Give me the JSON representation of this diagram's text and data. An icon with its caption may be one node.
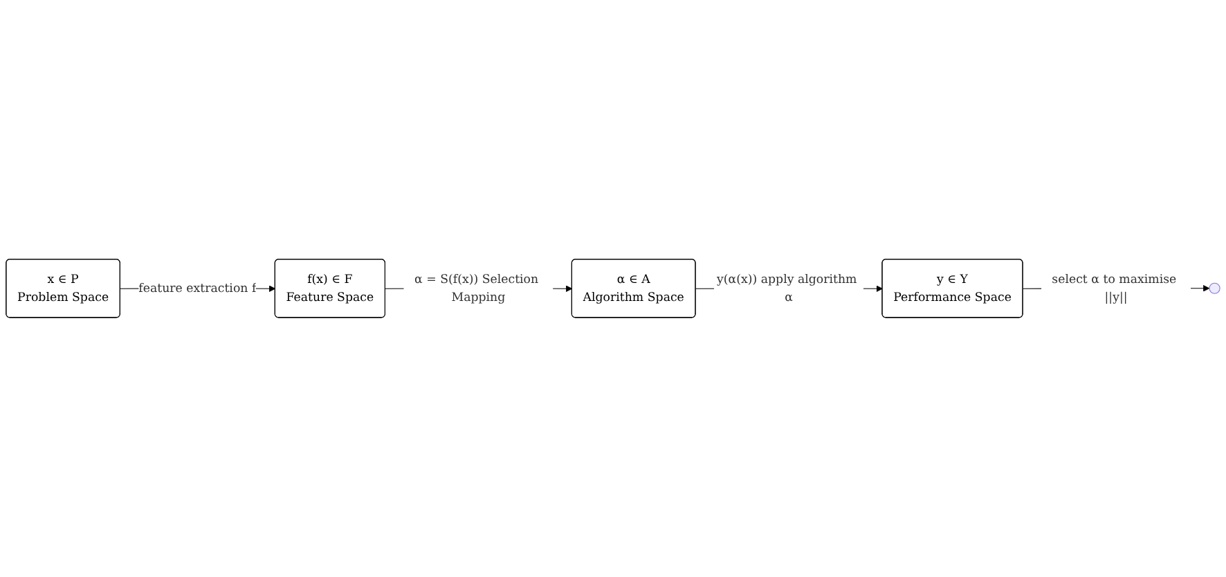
{
  "diagram": {
    "nodes": [
      {
        "text": [
          "x ∈ P",
          "Problem Space"
        ]
      },
      {
        "text": [
          "y ∈ Y",
          "Performance Space"
        ]
      },
      {
        "text": [
          "f(x) ∈ F",
          "Feature Space"
        ]
      },
      {
        "text": [
          "α ∈ A",
          "Algorithm Space"
        ]
      }
    ],
    "edges": [
      {
        "from": 0,
        "to": 2,
        "arrow": "to",
        "label": "feature extraction f"
      },
      {
        "from": 2,
        "to": 3,
        "arrow": "to",
        "label": "α = S(f(x)) Selection Mapping"
      },
      {
        "from": 3,
        "to": 1,
        "arrow": "to",
        "label": "y(α(x)) apply algorithm α"
      },
      {
        "from": 1,
        "to": null,
        "arrow": "to",
        "label": "select α to maximise ||y||"
      }
    ]
  }
}
